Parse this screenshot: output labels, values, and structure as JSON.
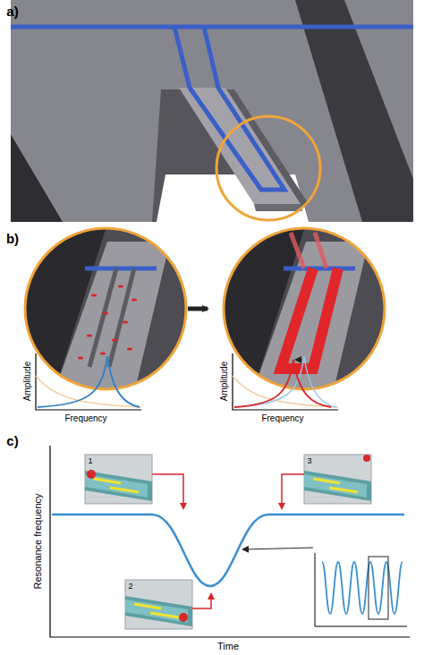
{
  "diagram": {
    "labels": [
      "a)",
      "b)",
      "c)",
      "Amplitude",
      "Frequency",
      "Amplitude",
      "Frequency",
      "Resonance frequency",
      "Time",
      "1",
      "2",
      "3"
    ]
  }
}
